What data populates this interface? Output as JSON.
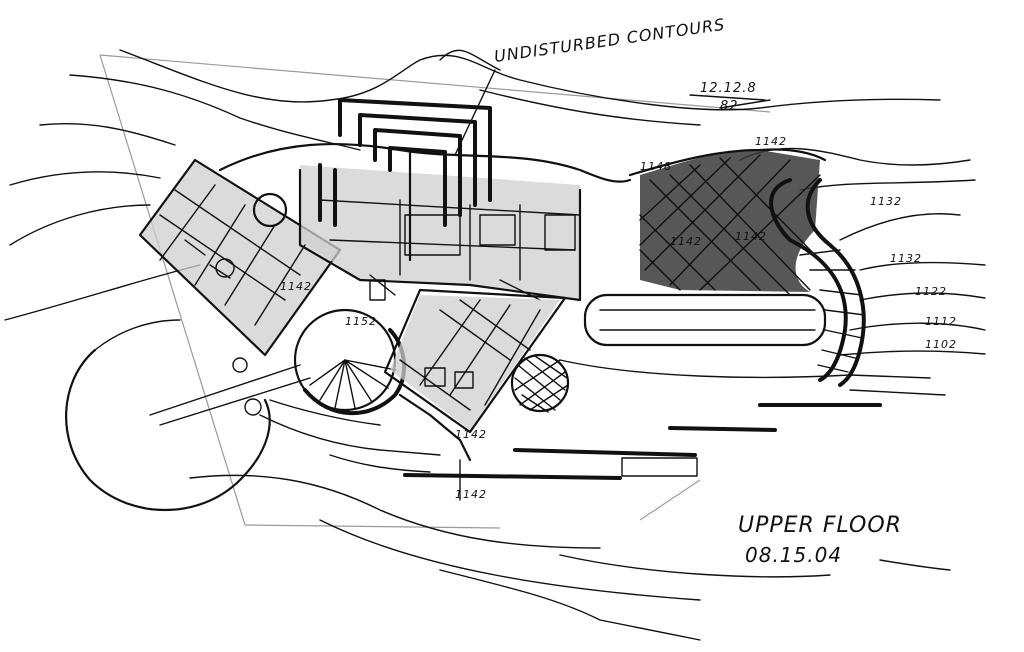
{
  "drawing": {
    "annotation_top": "UNDISTURBED CONTOURS",
    "note_top_right_1": "12.12.8",
    "note_top_right_2": "82",
    "title": "UPPER FLOOR",
    "date": "08.15.04",
    "elev_labels": [
      "1142",
      "1152",
      "1142",
      "1142",
      "1132",
      "1132",
      "1122",
      "1112",
      "1102",
      "1142",
      "1142",
      "1148",
      "1142"
    ]
  },
  "colors": {
    "ink": "#111111",
    "wash": "#cfcfcf",
    "dark_wash": "#3a3a3a",
    "pencil": "#9a9a9a"
  }
}
